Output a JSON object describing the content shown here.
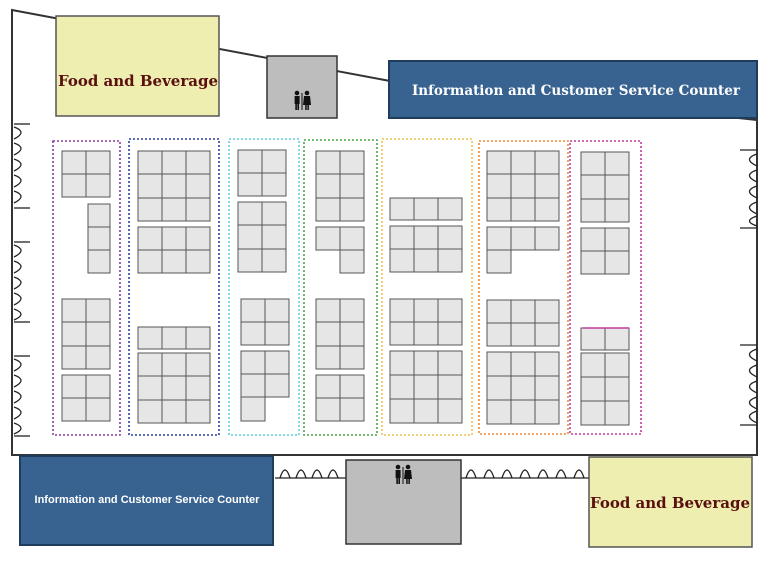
{
  "labels": {
    "food_top": "Food and Beverage",
    "info_top": "Information and Customer Service Counter",
    "info_bottom": "Information and Customer Service Counter",
    "food_bottom": "Food and Beverage"
  },
  "icons": {
    "restroom": "restroom-icon",
    "entrance": "entrance-door-icon"
  },
  "colors": {
    "food": "#eeeeb0",
    "info": "#386391",
    "restroom": "#bdbdbd",
    "booth": "#e6e6e6",
    "food_text": "#5a0f0f",
    "info_text": "#ffffff",
    "zone_borders": [
      "#8a3aa0",
      "#2b3fa0",
      "#5fcfd8",
      "#4aa54a",
      "#f2c24a",
      "#ef8a3a",
      "#c23a9e"
    ]
  }
}
